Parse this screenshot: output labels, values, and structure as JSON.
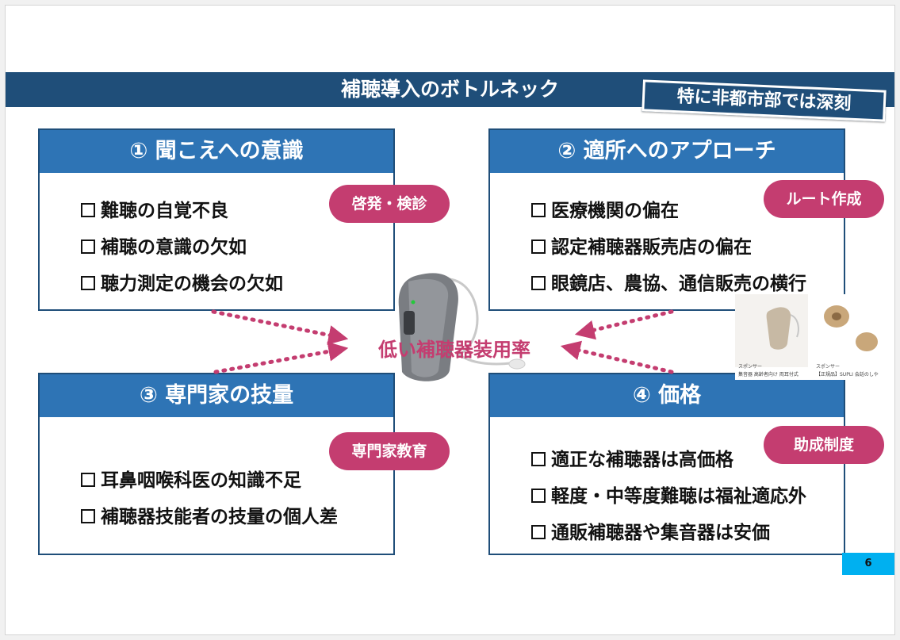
{
  "title": "補聴導入のボトルネック",
  "callout": "特に非都市部では深刻",
  "center_label": "低い補聴器装用率",
  "page_number": "6",
  "sections": [
    {
      "header": "①  聞こえへの意識",
      "tag": "啓発・検診",
      "items": [
        "難聴の自覚不良",
        "補聴の意識の欠如",
        "聴力測定の機会の欠如"
      ]
    },
    {
      "header": "②  適所へのアプローチ",
      "tag": "ルート作成",
      "items": [
        "医療機関の偏在",
        "認定補聴器販売店の偏在",
        "眼鏡店、農協、通信販売の横行"
      ]
    },
    {
      "header": "③  専門家の技量",
      "tag": "専門家教育",
      "items": [
        "耳鼻咽喉科医の知識不足",
        "補聴器技能者の技量の個人差"
      ]
    },
    {
      "header": "④  価格",
      "tag": "助成制度",
      "items": [
        "適正な補聴器は高価格",
        "軽度・中等度難聴は福祉適応外",
        "通販補聴器や集音器は安価"
      ]
    }
  ],
  "product_thumbs": [
    {
      "sponsor": "スポンサー",
      "caption": "集音器 高齢者向け 両耳付式"
    },
    {
      "sponsor": "スポンサー",
      "caption": "【正規品】SUPLI 会話のしや"
    }
  ],
  "colors": {
    "navy": "#1f4e79",
    "header_blue": "#2e74b5",
    "accent_pink": "#c43d70",
    "page_tag": "#00b0f0"
  }
}
